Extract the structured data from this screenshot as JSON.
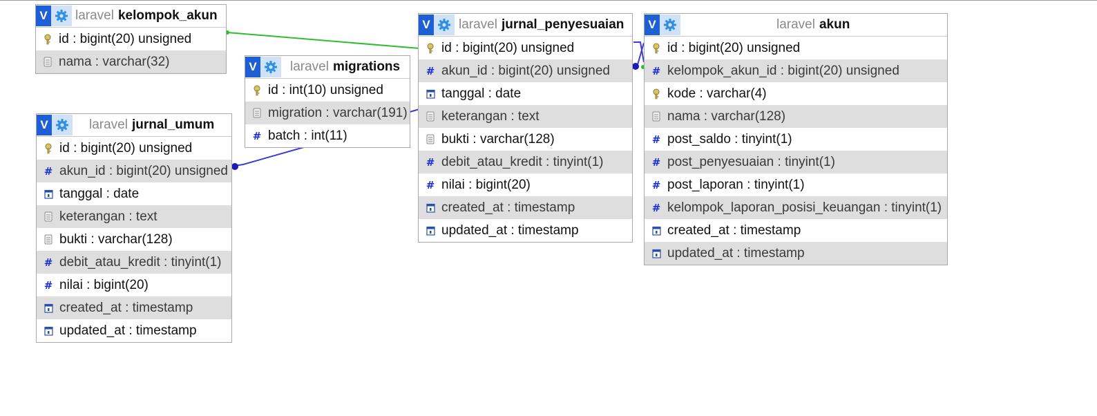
{
  "tables": {
    "kelompok_akun": {
      "db": "laravel",
      "name": "kelompok_akun",
      "columns": [
        {
          "label": "id : bigint(20) unsigned",
          "icon": "key-icon"
        },
        {
          "label": "nama : varchar(32)",
          "icon": "text-column-icon"
        }
      ]
    },
    "migrations": {
      "db": "laravel",
      "name": "migrations",
      "columns": [
        {
          "label": "id : int(10) unsigned",
          "icon": "key-icon"
        },
        {
          "label": "migration : varchar(191)",
          "icon": "text-column-icon"
        },
        {
          "label": "batch : int(11)",
          "icon": "numeric-column-icon"
        }
      ]
    },
    "jurnal_umum": {
      "db": "laravel",
      "name": "jurnal_umum",
      "columns": [
        {
          "label": "id : bigint(20) unsigned",
          "icon": "key-icon"
        },
        {
          "label": "akun_id : bigint(20) unsigned",
          "icon": "numeric-column-icon"
        },
        {
          "label": "tanggal : date",
          "icon": "date-column-icon"
        },
        {
          "label": "keterangan : text",
          "icon": "text-column-icon"
        },
        {
          "label": "bukti : varchar(128)",
          "icon": "text-column-icon"
        },
        {
          "label": "debit_atau_kredit : tinyint(1)",
          "icon": "numeric-column-icon"
        },
        {
          "label": "nilai : bigint(20)",
          "icon": "numeric-column-icon"
        },
        {
          "label": "created_at : timestamp",
          "icon": "date-column-icon"
        },
        {
          "label": "updated_at : timestamp",
          "icon": "date-column-icon"
        }
      ]
    },
    "jurnal_penyesuaian": {
      "db": "laravel",
      "name": "jurnal_penyesuaian",
      "columns": [
        {
          "label": "id : bigint(20) unsigned",
          "icon": "key-icon"
        },
        {
          "label": "akun_id : bigint(20) unsigned",
          "icon": "numeric-column-icon"
        },
        {
          "label": "tanggal : date",
          "icon": "date-column-icon"
        },
        {
          "label": "keterangan : text",
          "icon": "text-column-icon"
        },
        {
          "label": "bukti : varchar(128)",
          "icon": "text-column-icon"
        },
        {
          "label": "debit_atau_kredit : tinyint(1)",
          "icon": "numeric-column-icon"
        },
        {
          "label": "nilai : bigint(20)",
          "icon": "numeric-column-icon"
        },
        {
          "label": "created_at : timestamp",
          "icon": "date-column-icon"
        },
        {
          "label": "updated_at : timestamp",
          "icon": "date-column-icon"
        }
      ]
    },
    "akun": {
      "db": "laravel",
      "name": "akun",
      "columns": [
        {
          "label": "id : bigint(20) unsigned",
          "icon": "key-icon"
        },
        {
          "label": "kelompok_akun_id : bigint(20) unsigned",
          "icon": "numeric-column-icon"
        },
        {
          "label": "kode : varchar(4)",
          "icon": "key-icon"
        },
        {
          "label": "nama : varchar(128)",
          "icon": "text-column-icon"
        },
        {
          "label": "post_saldo : tinyint(1)",
          "icon": "numeric-column-icon"
        },
        {
          "label": "post_penyesuaian : tinyint(1)",
          "icon": "numeric-column-icon"
        },
        {
          "label": "post_laporan : tinyint(1)",
          "icon": "numeric-column-icon"
        },
        {
          "label": "kelompok_laporan_posisi_keuangan : tinyint(1)",
          "icon": "numeric-column-icon"
        },
        {
          "label": "created_at : timestamp",
          "icon": "date-column-icon"
        },
        {
          "label": "updated_at : timestamp",
          "icon": "date-column-icon"
        }
      ]
    }
  },
  "toggle_label": "V",
  "colors": {
    "toggle": "#1f5fd6",
    "gear": "#2f8fe0",
    "relation_green": "#2bc02b",
    "relation_blue": "#3b3bd6",
    "alt_row": "#dedede"
  }
}
